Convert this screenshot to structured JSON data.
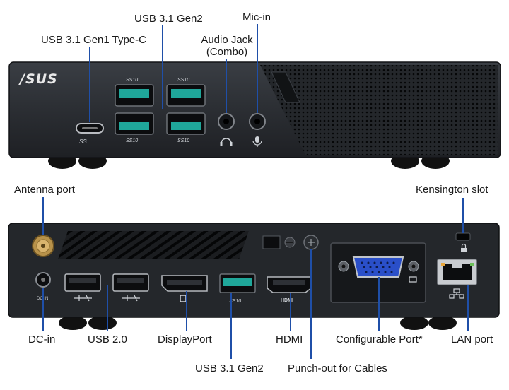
{
  "front": {
    "brand": "/SUS",
    "labels": {
      "usb_gen1_typec": "USB 3.1 Gen1 Type-C",
      "usb_gen2": "USB 3.1 Gen2",
      "audio_jack_line1": "Audio Jack",
      "audio_jack_line2": "(Combo)",
      "mic_in": "Mic-in"
    },
    "port_badges": {
      "typec": "SS",
      "usb_top_left": "SS10",
      "usb_top_right": "SS10",
      "usb_bottom_left": "SS10",
      "usb_bottom_right": "SS10"
    }
  },
  "rear": {
    "labels": {
      "antenna_port": "Antenna port",
      "kensington_slot": "Kensington slot",
      "dc_in": "DC-in",
      "usb_20": "USB 2.0",
      "displayport": "DisplayPort",
      "hdmi": "HDMI",
      "configurable_port": "Configurable Port*",
      "lan_port": "LAN port",
      "usb_31_gen2": "USB 3.1 Gen2",
      "punch_out": "Punch-out for Cables"
    },
    "port_texts": {
      "dc_in": "DC IN",
      "hdmi": "HDMI",
      "usb_badge": "SS10"
    }
  },
  "colors": {
    "chassis": "#26292d",
    "usb_gen2_accent": "#1fa79a",
    "vga_blue": "#2a4fc9",
    "leader_line": "#1f4fa8"
  }
}
